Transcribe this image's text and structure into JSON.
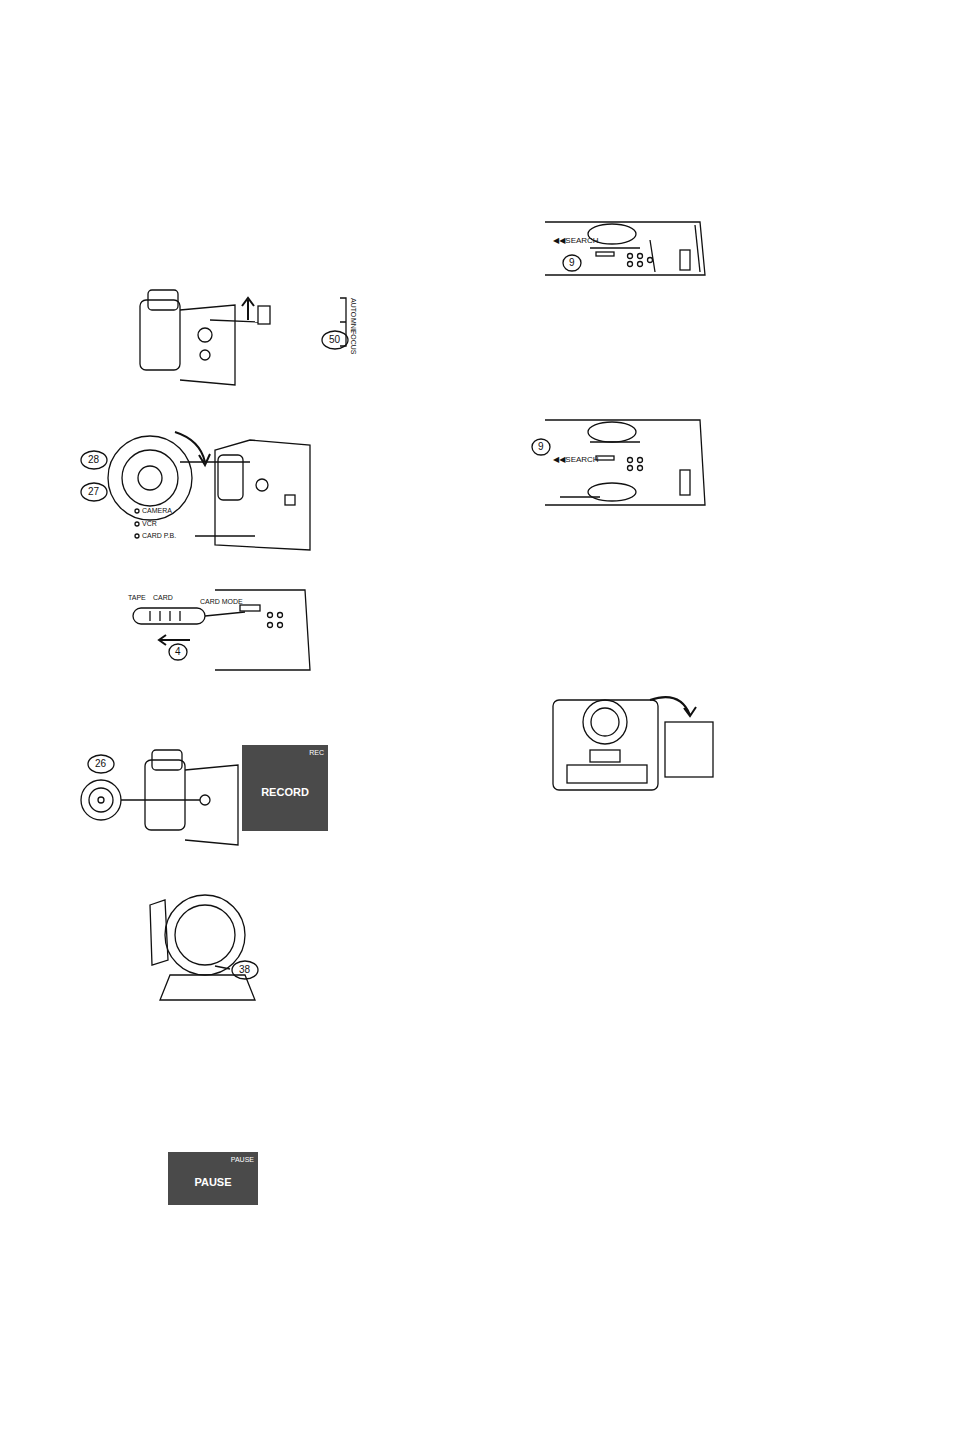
{
  "diagram": {
    "nodes": [
      {
        "text": [
          "REC",
          "RECORD"
        ]
      },
      {
        "text": [
          "PAUSE",
          "PAUSE"
        ]
      }
    ],
    "labels": [
      "◀◀SEARCH",
      "9",
      "50",
      "AUTO",
      "MNL",
      "FOCUS",
      "28",
      "27",
      "CAMERA",
      "VCR",
      "CARD P.B.",
      "9",
      "◀◀SEARCH",
      "TAPE",
      "CARD",
      "CARD MODE",
      "4",
      "26",
      "38"
    ]
  }
}
